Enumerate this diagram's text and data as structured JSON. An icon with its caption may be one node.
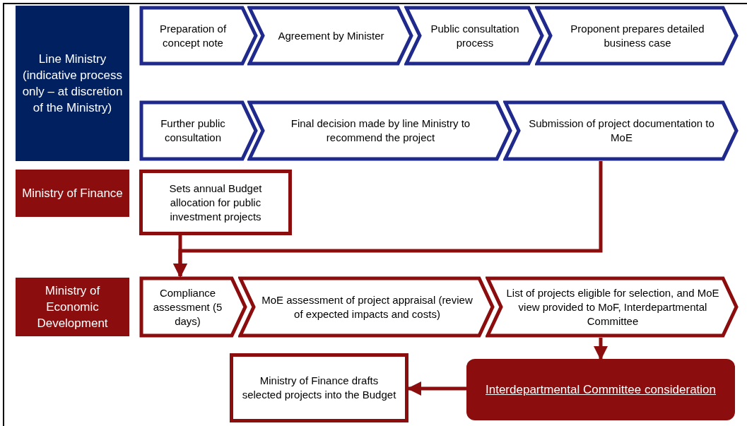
{
  "diagram": {
    "nodes": [
      {
        "text": [
          "Line Ministry (indicative process only – at discretion of the Ministry)"
        ]
      },
      {
        "text": [
          "Preparation of concept note"
        ]
      },
      {
        "text": [
          "Agreement by Minister"
        ]
      },
      {
        "text": [
          "Public consultation process"
        ]
      },
      {
        "text": [
          "Proponent prepares detailed business case"
        ]
      },
      {
        "text": [
          "Further public consultation"
        ]
      },
      {
        "text": [
          "Final decision made by line Ministry to recommend the project"
        ]
      },
      {
        "text": [
          "Submission of project documentation to MoE"
        ]
      },
      {
        "text": [
          "Ministry of Finance"
        ]
      },
      {
        "text": [
          "Sets annual Budget allocation for public investment projects"
        ]
      },
      {
        "text": [
          "Ministry of Economic Development"
        ]
      },
      {
        "text": [
          "Compliance assessment (5 days)"
        ]
      },
      {
        "text": [
          "MoE assessment of project appraisal (review of expected impacts and costs)"
        ]
      },
      {
        "text": [
          "List of projects eligible for selection, and MoE view provided to MoF, Interdepartmental Committee"
        ]
      },
      {
        "text": [
          "Interdepartmental Committee consideration"
        ]
      },
      {
        "text": [
          "Ministry of Finance drafts selected projects into the Budget"
        ]
      }
    ],
    "edges": [
      {
        "from": 9,
        "to": 11,
        "arrow": "to"
      },
      {
        "from": 7,
        "to": 11,
        "arrow": "to"
      },
      {
        "from": 13,
        "to": 14,
        "arrow": "to"
      },
      {
        "from": 14,
        "to": 15,
        "arrow": "to"
      }
    ]
  }
}
